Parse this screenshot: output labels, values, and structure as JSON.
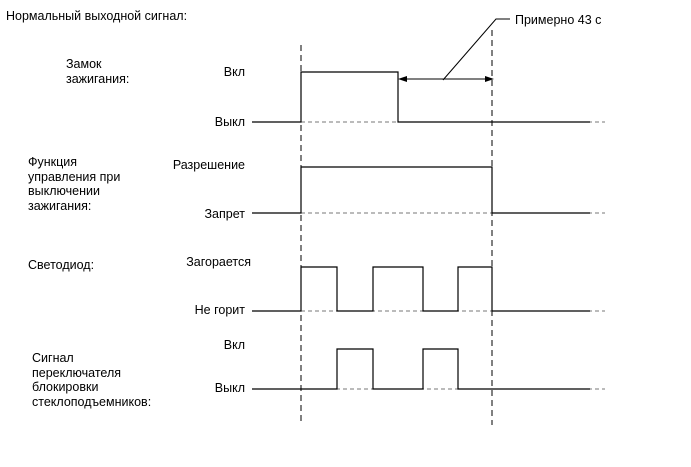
{
  "title": "Нормальный выходной сигнал:",
  "annotation": "Примерно 43 с",
  "rows": [
    {
      "label": "Замок\nзажигания:",
      "high": "Вкл",
      "low": "Выкл"
    },
    {
      "label": "Функция\nуправления при\nвыключении\nзажигания:",
      "high": "Разрешение",
      "low": "Запрет"
    },
    {
      "label": "Светодиод:",
      "high": "Загорается",
      "low": "Не горит"
    },
    {
      "label": "Сигнал\nпереключателя\nблокировки\nстеклоподъемников:",
      "high": "Вкл",
      "low": "Выкл"
    }
  ]
}
